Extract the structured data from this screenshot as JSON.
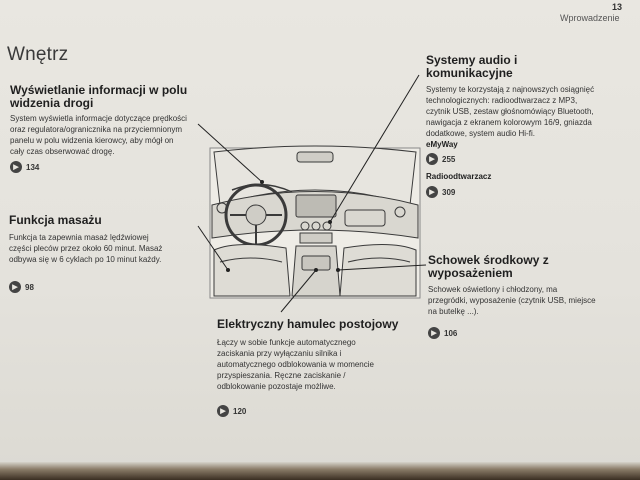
{
  "header": {
    "page_number": "13",
    "section": "Wprowadzenie"
  },
  "page_title": "Wnętrz",
  "sections": {
    "display": {
      "title_line1": "Wyświetlanie informacji w polu",
      "title_line2": "widzenia drogi",
      "body": [
        "System wyświetla informacje dotyczące prędkości",
        "oraz regulatora/ogranicznika na przyciemnionym",
        "panelu w polu widzenia kierowcy, aby mógł on",
        "cały czas obserwować drogę."
      ],
      "ref": "134"
    },
    "massage": {
      "title": "Funkcja masażu",
      "body": [
        "Funkcja ta zapewnia masaż lędźwiowej",
        "części pleców przez około 60 minut. Masaż",
        "odbywa się w 6 cyklach po 10 minut każdy."
      ],
      "ref": "98"
    },
    "audio": {
      "title_line1": "Systemy audio i",
      "title_line2": "komunikacyjne",
      "body": [
        "Systemy te korzystają z najnowszych osiągnięć",
        "technologicznych: radioodtwarzacz z MP3,",
        "czytnik USB, zestaw głośnomówiący Bluetooth,",
        "nawigacja z ekranem kolorowym 16/9, gniazda",
        "dodatkowe, system audio Hi-fi."
      ],
      "emyway_label": "eMyWay",
      "emyway_ref": "255",
      "radio_label": "Radioodtwarzacz",
      "radio_ref": "309"
    },
    "storage": {
      "title_line1": "Schowek środkowy z",
      "title_line2": "wyposażeniem",
      "body": [
        "Schowek oświetlony i chłodzony, ma",
        "przegródki, wyposażenie (czytnik USB, miejsce",
        "na butelkę ...)."
      ],
      "ref": "106"
    },
    "brake": {
      "title": "Elektryczny hamulec postojowy",
      "body": [
        "Łączy w sobie funkcje automatycznego",
        "zaciskania przy wyłączaniu silnika i",
        "automatycznego odblokowania w momencie",
        "przyspieszania. Ręczne zaciskanie /",
        "odblokowanie pozostaje możliwe."
      ],
      "ref": "120"
    }
  },
  "icons": {
    "ref_icon": "book-reference-icon",
    "illustration": "car-interior-illustration"
  }
}
